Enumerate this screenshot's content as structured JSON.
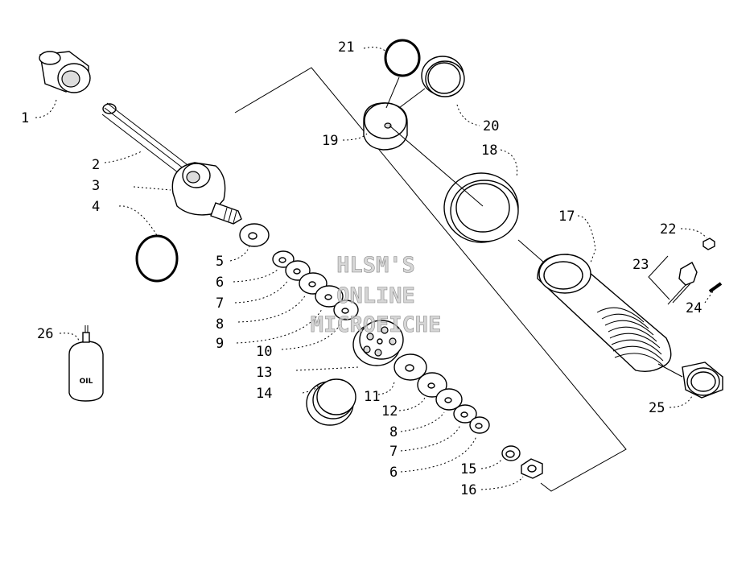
{
  "diagram": {
    "callouts": [
      "1",
      "2",
      "3",
      "4",
      "5",
      "6",
      "7",
      "8",
      "9",
      "10",
      "13",
      "14",
      "11",
      "12",
      "8",
      "7",
      "6",
      "15",
      "16",
      "17",
      "18",
      "19",
      "20",
      "21",
      "22",
      "23",
      "24",
      "25",
      "26"
    ],
    "bottle_label": "OIL",
    "watermark": [
      "HLSM'S",
      "ONLINE",
      "MICROFICHE"
    ]
  }
}
